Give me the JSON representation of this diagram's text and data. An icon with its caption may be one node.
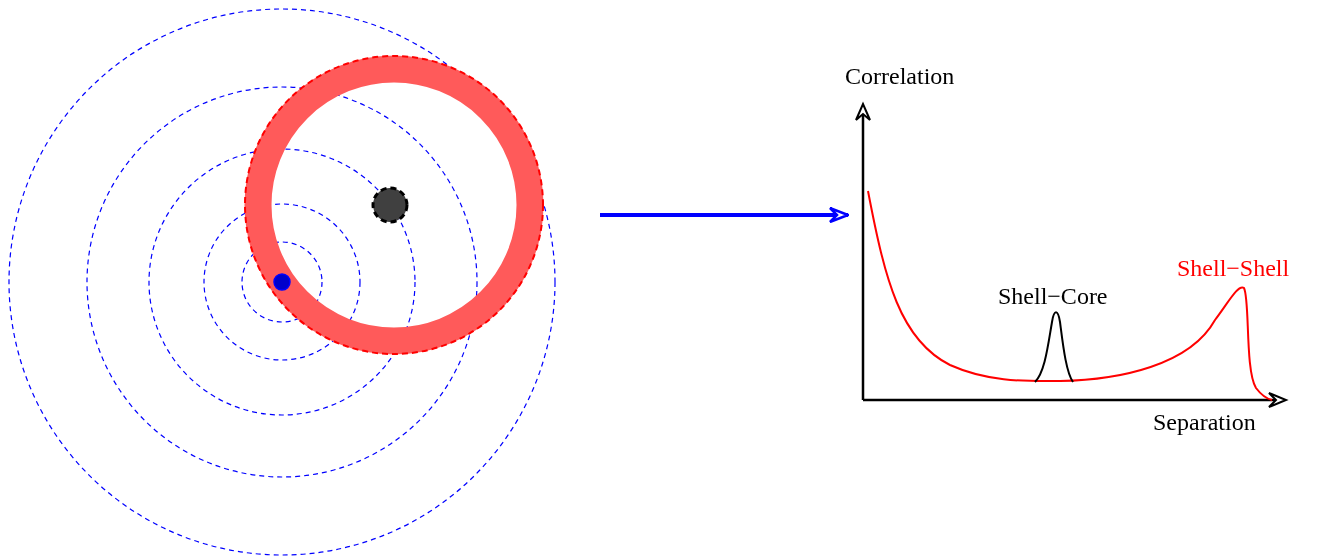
{
  "diagram": {
    "nodes": [
      {
        "text": [],
        "shape": "picture"
      },
      {
        "text": [],
        "shape": "picture"
      }
    ],
    "edges": [
      {
        "from": 0,
        "to": 1,
        "arrow": "to"
      }
    ],
    "labels": [
      "Correlation",
      "Shell−Shell",
      "Shell−Core",
      "Separation"
    ]
  }
}
